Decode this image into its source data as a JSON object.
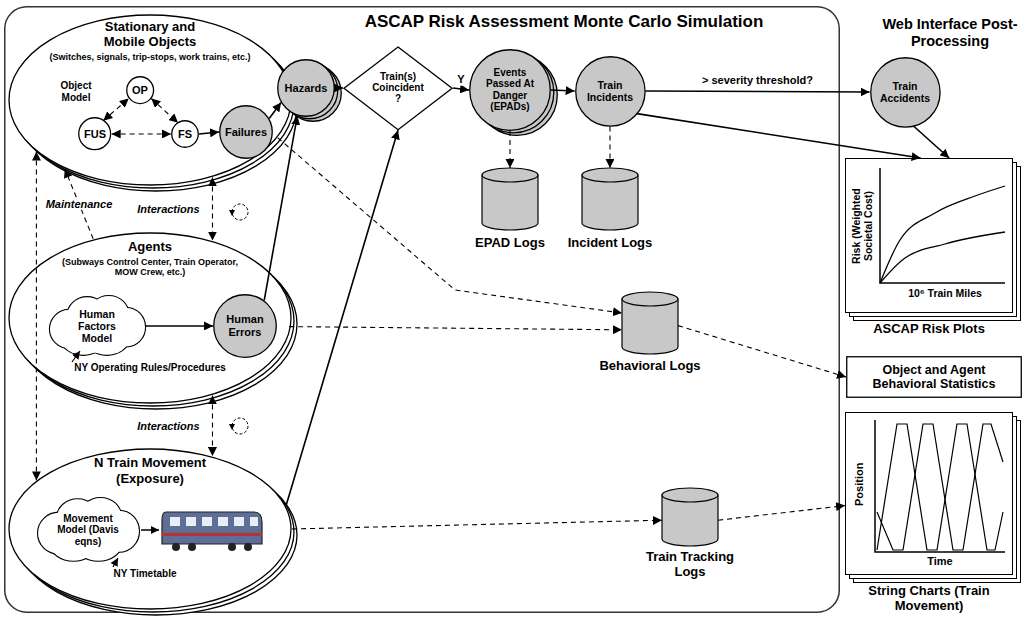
{
  "diagram": {
    "nodes": [
      {
        "text": [
          "ASCAP Risk Assessment Monte Carlo Simulation"
        ]
      },
      {
        "text": [
          "Stationary and Mobile Objects",
          "(Switches, signals, trip-stops, work trains, etc.)"
        ],
        "in": 0
      },
      {
        "text": [
          "OP"
        ],
        "in": 1
      },
      {
        "text": [
          "FUS"
        ],
        "in": 1
      },
      {
        "text": [
          "FS"
        ],
        "in": 1
      },
      {
        "text": [
          "Failures"
        ],
        "in": 1
      },
      {
        "text": [
          "Agents",
          "(Subways Control Center, Train Operator, MOW Crew, etc.)"
        ],
        "in": 0
      },
      {
        "text": [
          "Human Factors Model"
        ],
        "in": 6
      },
      {
        "text": [
          "Human Errors"
        ],
        "in": 6
      },
      {
        "text": [
          "N Train Movement",
          "(Exposure)"
        ],
        "in": 0
      },
      {
        "text": [
          "Movement Model (Davis eqns)"
        ],
        "in": 9
      },
      {
        "text": [
          "Hazards"
        ],
        "in": 0
      },
      {
        "text": [
          "Train(s) Coincident ?"
        ],
        "in": 0
      },
      {
        "text": [
          "Events Passed At Danger (EPADs)"
        ],
        "in": 0
      },
      {
        "text": [
          "Train Incidents"
        ],
        "in": 0
      },
      {
        "text": [
          "EPAD Logs"
        ],
        "in": 0
      },
      {
        "text": [
          "Incident Logs"
        ],
        "in": 0
      },
      {
        "text": [
          "Behavioral Logs"
        ],
        "in": 0
      },
      {
        "text": [
          "Train Tracking Logs"
        ],
        "in": 0
      },
      {
        "text": [
          "Train Accidents"
        ]
      },
      {
        "text": [
          "Risk (Weighted Societal Cost)",
          "10⁶ Train Miles",
          "ASCAP Risk Plots"
        ]
      },
      {
        "text": [
          "Object and Agent Behavioral Statistics"
        ]
      },
      {
        "text": [
          "Position",
          "Time",
          "String Charts (Train Movement)"
        ]
      }
    ],
    "edges": [
      {
        "from": 3,
        "to": 2,
        "arrow": "both"
      },
      {
        "from": 2,
        "to": 4,
        "arrow": "both"
      },
      {
        "from": 3,
        "to": 4,
        "arrow": "both"
      },
      {
        "from": 4,
        "to": 5,
        "arrow": "to"
      },
      {
        "from": 7,
        "to": 8,
        "arrow": "to"
      },
      {
        "from": 5,
        "to": 11,
        "arrow": "to"
      },
      {
        "from": 8,
        "to": 11,
        "arrow": "to"
      },
      {
        "from": 9,
        "to": 12,
        "arrow": "to"
      },
      {
        "from": 11,
        "to": 12,
        "arrow": "to"
      },
      {
        "from": 12,
        "to": 13,
        "arrow": "to",
        "label": "Y"
      },
      {
        "from": 13,
        "to": 14,
        "arrow": "to"
      },
      {
        "from": 14,
        "to": 19,
        "arrow": "to",
        "label": "> severity threshold?"
      },
      {
        "from": 14,
        "to": 20,
        "arrow": "to"
      },
      {
        "from": 19,
        "to": 20,
        "arrow": "to"
      },
      {
        "from": 13,
        "to": 15,
        "arrow": "to"
      },
      {
        "from": 14,
        "to": 16,
        "arrow": "to"
      },
      {
        "from": 1,
        "to": 17,
        "arrow": "to"
      },
      {
        "from": 6,
        "to": 17,
        "arrow": "to"
      },
      {
        "from": 9,
        "to": 18,
        "arrow": "to"
      },
      {
        "from": 17,
        "to": 21,
        "arrow": "to"
      },
      {
        "from": 18,
        "to": 22,
        "arrow": "to"
      },
      {
        "from": 6,
        "to": 1,
        "arrow": "to",
        "label": "Maintenance"
      },
      {
        "from": 1,
        "to": 9,
        "arrow": "both"
      },
      {
        "from": 1,
        "to": 6,
        "arrow": "both",
        "label": "Interactions"
      },
      {
        "from": 6,
        "to": 9,
        "arrow": "both",
        "label": "Interactions"
      }
    ],
    "labels": [
      "Web Interface Post-Processing",
      "Object Model",
      "NY Operating Rules/Procedures",
      "NY Timetable"
    ]
  }
}
